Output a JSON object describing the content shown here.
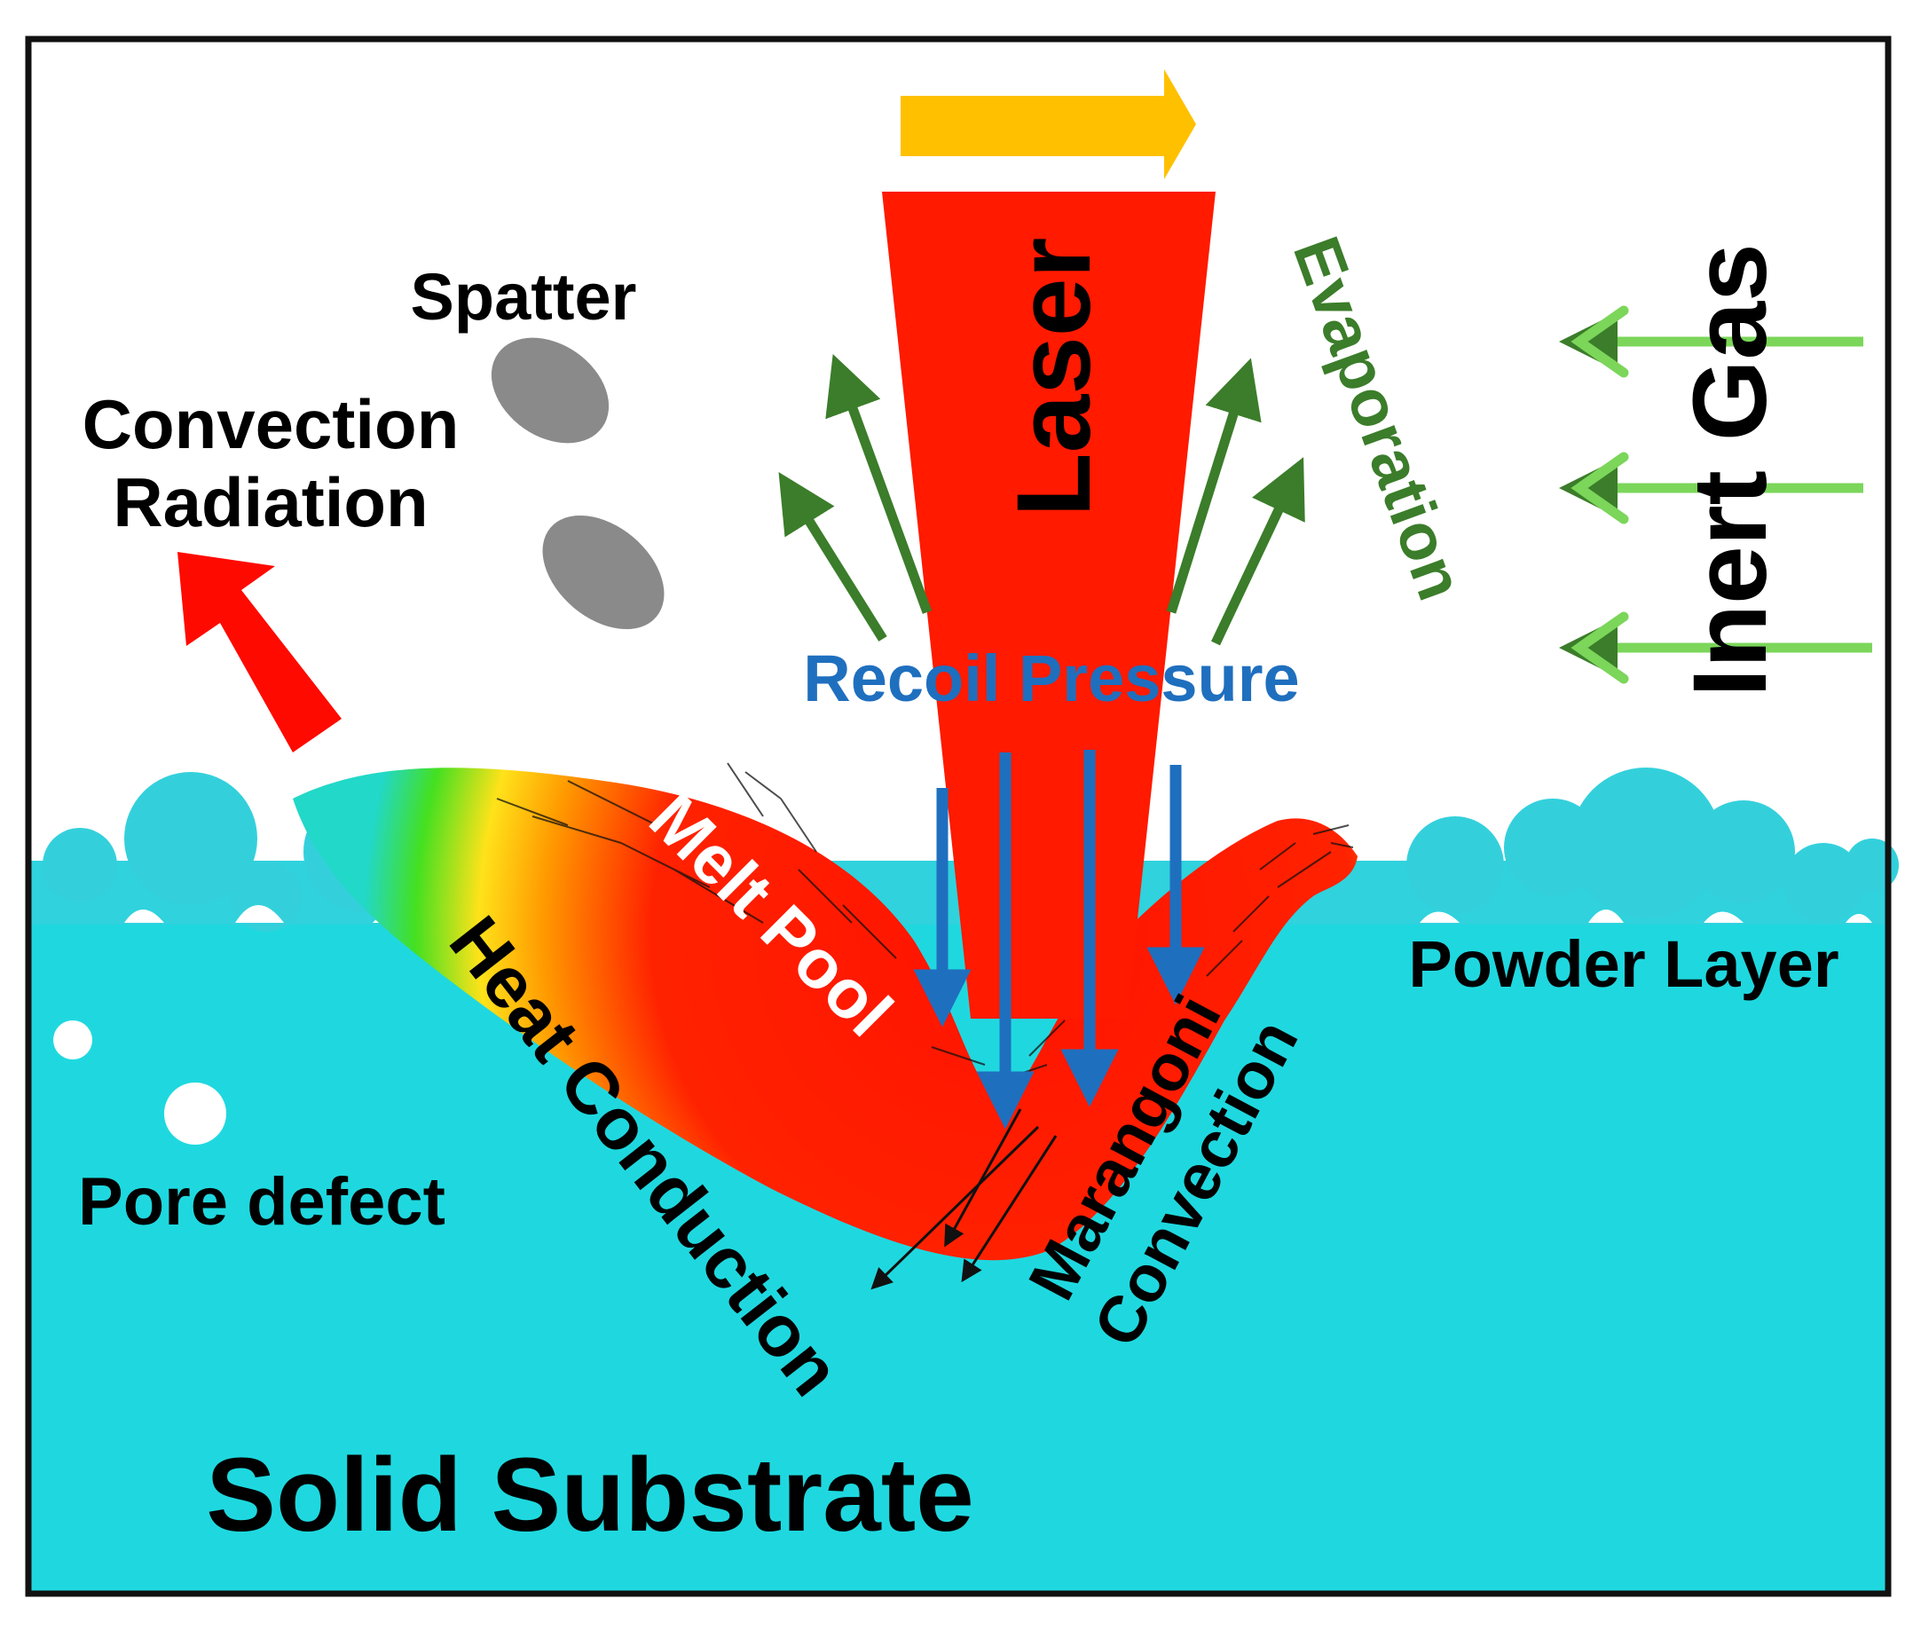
{
  "labels": {
    "spatter": "Spatter",
    "convection": "Convection",
    "radiation": "Radiation",
    "laser": "Laser",
    "evaporation": "Evaporation",
    "inert_gas": "Inert Gas",
    "recoil_pressure": "Recoil Pressure",
    "melt_pool": "Melt Pool",
    "powder_layer": "Powder Layer",
    "heat_conduction": "Heat Conduction",
    "marangoni": "Marangoni",
    "marangoni_convection": "Convection",
    "pore_defect": "Pore defect",
    "solid_substrate": "Solid Substrate"
  },
  "colors": {
    "substrate": "#1fd8df",
    "powder": "#33d0dc",
    "laser": "#ff1a00",
    "scan_arrow": "#ffc000",
    "heat_arrow": "#ff0a00",
    "evaporation": "#3b7d2a",
    "inert_gas_arrow": "#7bd65a",
    "recoil": "#1f6fbf",
    "spatter": "#8a8a8a",
    "frame": "#111111"
  }
}
